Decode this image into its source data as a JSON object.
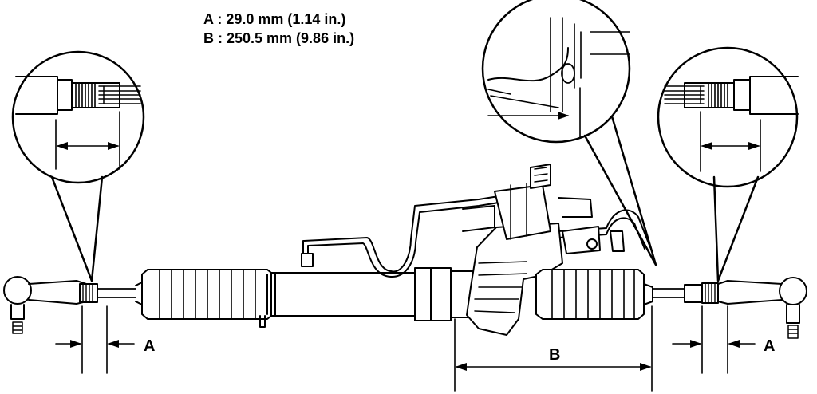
{
  "specs": [
    {
      "letter": "A",
      "separator": " : ",
      "value": "29.0 mm (1.14 in.)"
    },
    {
      "letter": "B",
      "separator": " : ",
      "value": "250.5 mm (9.86 in.)"
    }
  ],
  "dimension_labels": {
    "left_a": "A",
    "right_a": "A",
    "b": "B"
  },
  "colors": {
    "ink": "#000000",
    "paper": "#ffffff"
  }
}
